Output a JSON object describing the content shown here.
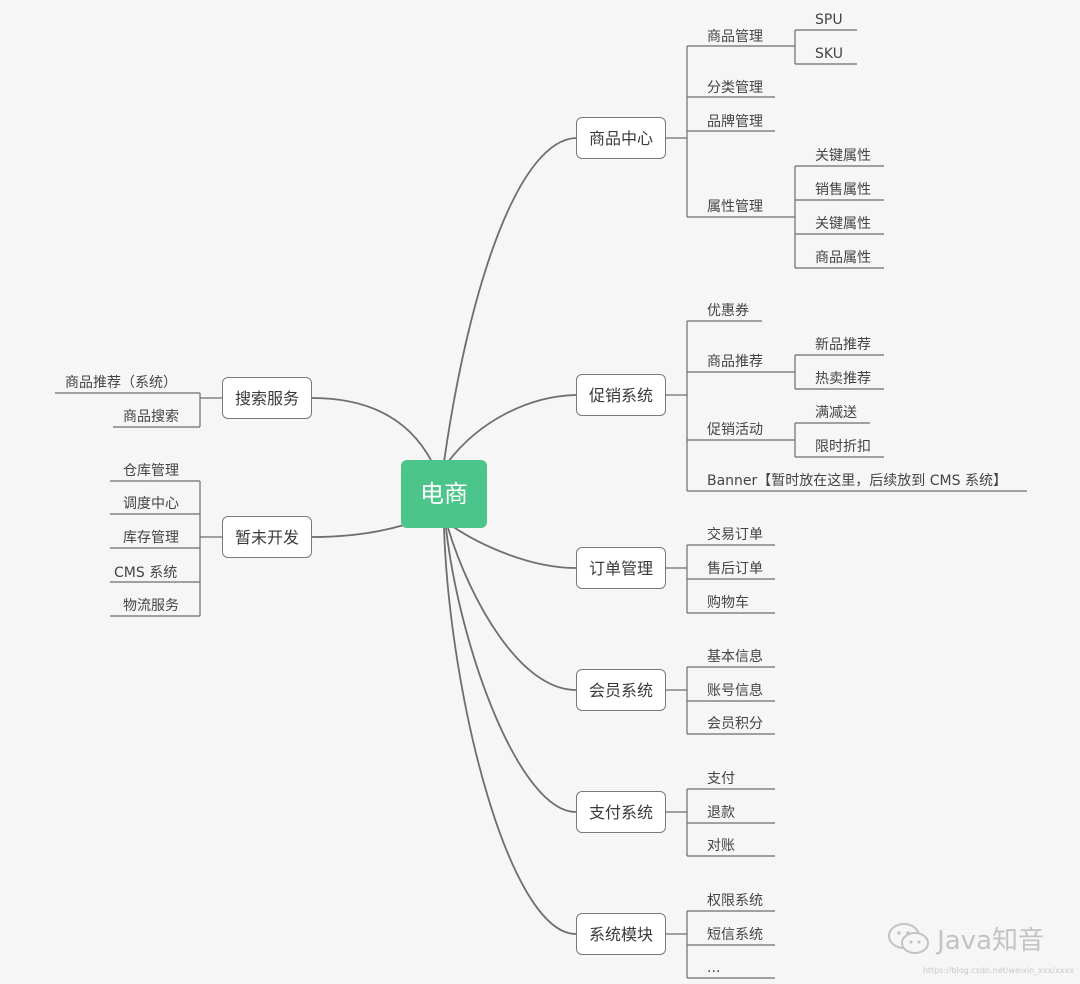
{
  "root": {
    "label": "电商"
  },
  "branches": [
    {
      "key": "goods",
      "label": "商品中心"
    },
    {
      "key": "promo",
      "label": "促销系统"
    },
    {
      "key": "order",
      "label": "订单管理"
    },
    {
      "key": "member",
      "label": "会员系统"
    },
    {
      "key": "pay",
      "label": "支付系统"
    },
    {
      "key": "sys",
      "label": "系统模块"
    },
    {
      "key": "search",
      "label": "搜索服务"
    },
    {
      "key": "todo",
      "label": "暂未开发"
    }
  ],
  "goods": {
    "c1": "商品管理",
    "c1a": "SPU",
    "c1b": "SKU",
    "c2": "分类管理",
    "c3": "品牌管理",
    "c4": "属性管理",
    "c4a": "关键属性",
    "c4b": "销售属性",
    "c4c": "关键属性",
    "c4d": "商品属性"
  },
  "promo": {
    "c1": "优惠券",
    "c2": "商品推荐",
    "c2a": "新品推荐",
    "c2b": "热卖推荐",
    "c3": "促销活动",
    "c3a": "满减送",
    "c3b": "限时折扣",
    "c4": "Banner【暂时放在这里，后续放到 CMS  系统】"
  },
  "order": {
    "c1": "交易订单",
    "c2": "售后订单",
    "c3": "购物车"
  },
  "member": {
    "c1": "基本信息",
    "c2": "账号信息",
    "c3": "会员积分"
  },
  "pay": {
    "c1": "支付",
    "c2": "退款",
    "c3": "对账"
  },
  "sys": {
    "c1": "权限系统",
    "c2": "短信系统",
    "c3": "..."
  },
  "search": {
    "c1": "商品推荐（系统）",
    "c2": "商品搜索"
  },
  "todo": {
    "c1": "仓库管理",
    "c2": "调度中心",
    "c3": "库存管理",
    "c4": "CMS  系统",
    "c5": "物流服务"
  },
  "watermark": {
    "text": "Java知音",
    "icon": "wechat-icon",
    "url": "https://blog.csdn.net/weixin_xxx/xxxx"
  },
  "colors": {
    "root": "#4cc58a",
    "line": "#6e6e6e",
    "background": "#f6f6f6"
  }
}
